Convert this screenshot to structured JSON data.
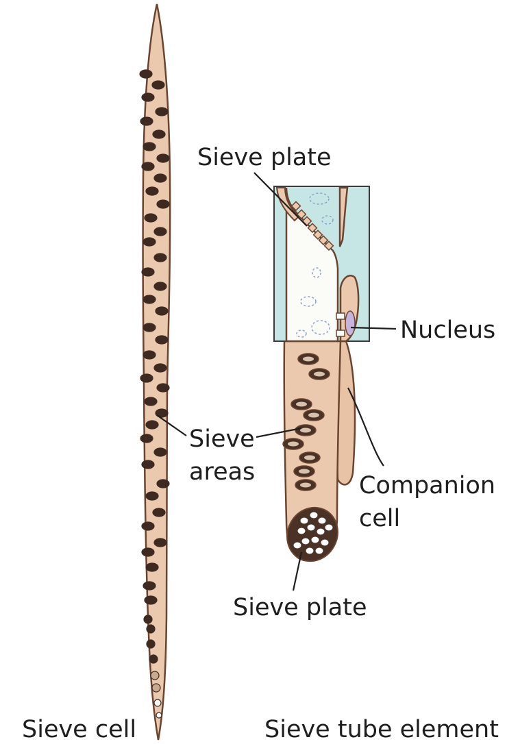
{
  "labels": {
    "sieve_plate_top": "Sieve plate",
    "nucleus": "Nucleus",
    "sieve_areas_1": "Sieve",
    "sieve_areas_2": "areas",
    "companion_1": "Companion",
    "companion_2": "cell",
    "sieve_plate_bottom": "Sieve plate",
    "sieve_cell": "Sieve cell",
    "sieve_tube_element": "Sieve tube element"
  },
  "colors": {
    "cell_fill": "#ebc9ae",
    "cell_outline": "#6b4430",
    "sieve_area": "#3e2a20",
    "inset_bg": "#c6e6e6",
    "lumen": "#fbfbf7",
    "nucleus": "#c4b4de"
  }
}
